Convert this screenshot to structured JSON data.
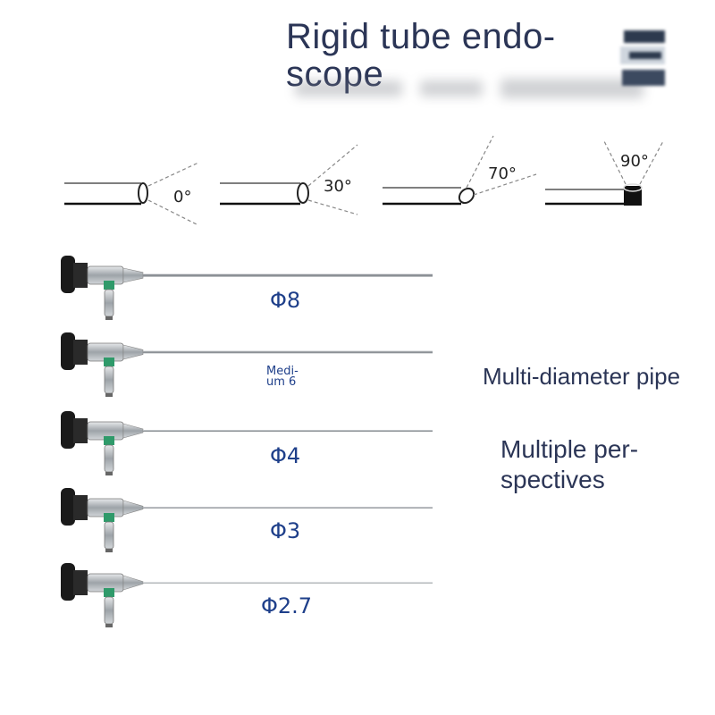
{
  "title": "Rigid tube endo-\nscope",
  "angles": [
    {
      "label": "0°"
    },
    {
      "label": "30°"
    },
    {
      "label": "70°"
    },
    {
      "label": "90°"
    }
  ],
  "scopes": [
    {
      "label": "Φ8"
    },
    {
      "label": "Medi-\num 6"
    },
    {
      "label": "Φ4"
    },
    {
      "label": "Φ3"
    },
    {
      "label": "Φ2.7"
    }
  ],
  "features": {
    "diameter": "Multi-diameter pipe",
    "perspectives": "Multiple per-\nspectives"
  },
  "colors": {
    "title": "#2b3556",
    "diameter_label": "#1e3f8a",
    "ring": "#2f9a6a"
  }
}
